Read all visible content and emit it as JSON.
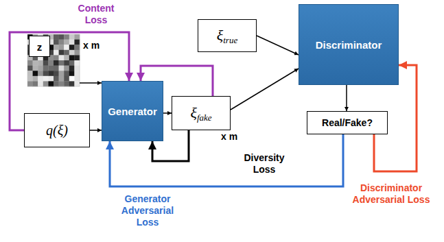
{
  "diagram": {
    "nodes": [
      {
        "text": [
          "ξ",
          "true"
        ]
      },
      {
        "text": [
          "Discriminator"
        ]
      },
      {
        "text": [
          "z"
        ]
      },
      {
        "text": [
          "Generator"
        ]
      },
      {
        "text": [
          "ξ",
          "fake"
        ]
      },
      {
        "text": [
          "q(ξ)"
        ]
      },
      {
        "text": [
          "Real/Fake?"
        ]
      }
    ],
    "edges": [
      {
        "from": 0,
        "to": 1,
        "arrow": "to"
      },
      {
        "from": 4,
        "to": 1,
        "arrow": "to"
      },
      {
        "from": 2,
        "to": 3,
        "arrow": "to"
      },
      {
        "from": 5,
        "to": 3,
        "arrow": "to"
      },
      {
        "from": 3,
        "to": 4,
        "arrow": "to"
      },
      {
        "from": 1,
        "to": 6,
        "arrow": "to"
      },
      {
        "from": 5,
        "to": 3,
        "label": "Content Loss",
        "arrow": "to"
      },
      {
        "from": 4,
        "to": 3,
        "arrow": "to"
      },
      {
        "from": 4,
        "to": 3,
        "label": "Diversity Loss",
        "arrow": "to"
      },
      {
        "from": 6,
        "to": 3,
        "label": "Generator Adversarial Loss",
        "arrow": "to"
      },
      {
        "from": 6,
        "to": 1,
        "label": "Discriminator Adversarial Loss",
        "arrow": "to"
      }
    ],
    "labels": [
      "x m",
      "x m"
    ]
  }
}
